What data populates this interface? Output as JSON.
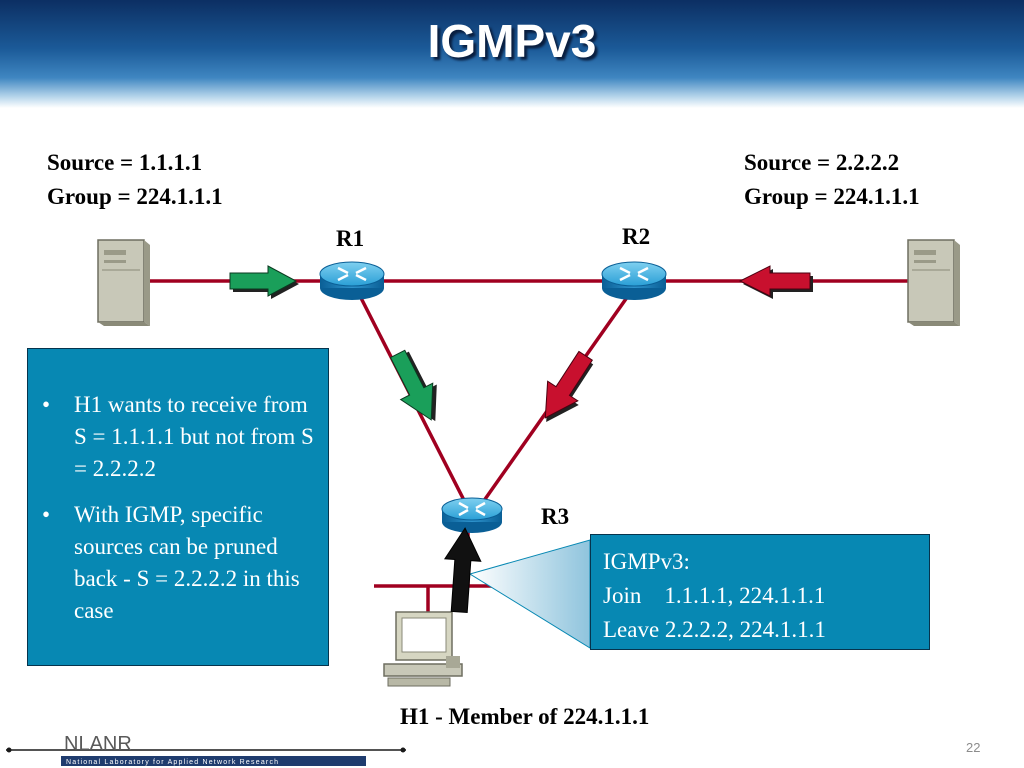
{
  "slide": {
    "title": "IGMPv3",
    "page_number": "22"
  },
  "sources": {
    "left": {
      "line1": "Source = 1.1.1.1",
      "line2": "Group = 224.1.1.1"
    },
    "right": {
      "line1": "Source  = 2.2.2.2",
      "line2": "Group = 224.1.1.1"
    }
  },
  "routers": {
    "r1": "R1",
    "r2": "R2",
    "r3": "R3"
  },
  "bullets": [
    "H1 wants to receive from S = 1.1.1.1 but not from S = 2.2.2.2",
    "With IGMP, specific sources can be pruned back - S = 2.2.2.2 in this case"
  ],
  "callout": {
    "line1": "IGMPv3:",
    "line2": "Join    1.1.1.1, 224.1.1.1",
    "line3": "Leave 2.2.2.2, 224.1.1.1"
  },
  "host_label": "H1 - Member of 224.1.1.1",
  "footer": {
    "logo_text": "NLANR",
    "org_name": "National Laboratory for Applied Network Research"
  },
  "colors": {
    "accent_box": "#0788b3",
    "link": "#a00020",
    "permit_arrow": "#1a9f5a",
    "prune_arrow": "#c8102e",
    "igmp_arrow": "#111111"
  }
}
